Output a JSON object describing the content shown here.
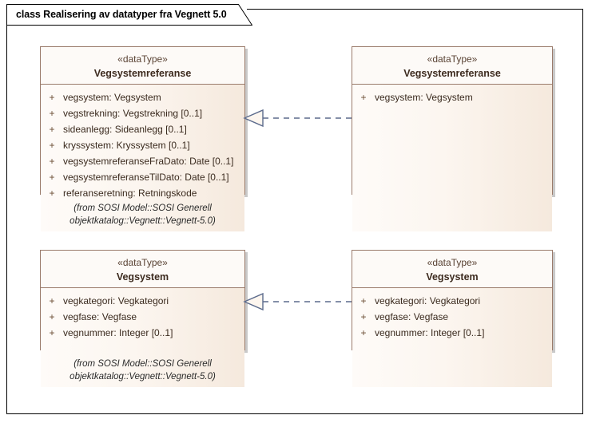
{
  "diagram": {
    "tab_label": "class Realisering av datatyper fra Vegnett 5.0",
    "colors": {
      "box_border": "#9a7b6b",
      "header_bg": "#fdfaf7",
      "attrs_bg": "#f7ece3",
      "shadow": "#c9c9c9",
      "connector": "#5b6a8c",
      "frame_border": "#000000",
      "text": "#3a2a1e"
    }
  },
  "classes": [
    {
      "id": "vegsystemreferanse-left",
      "stereotype": "«dataType»",
      "name": "Vegsystemreferanse",
      "attributes": [
        {
          "visibility": "+",
          "text": "vegsystem: Vegsystem"
        },
        {
          "visibility": "+",
          "text": "vegstrekning: Vegstrekning [0..1]"
        },
        {
          "visibility": "+",
          "text": "sideanlegg: Sideanlegg [0..1]"
        },
        {
          "visibility": "+",
          "text": "kryssystem: Kryssystem [0..1]"
        },
        {
          "visibility": "+",
          "text": "vegsystemreferanseFraDato: Date [0..1]"
        },
        {
          "visibility": "+",
          "text": "vegsystemreferanseTilDato: Date [0..1]"
        },
        {
          "visibility": "+",
          "text": "referanseretning: Retningskode"
        }
      ]
    },
    {
      "id": "vegsystemreferanse-right",
      "stereotype": "«dataType»",
      "name": "Vegsystemreferanse",
      "attributes": [
        {
          "visibility": "+",
          "text": "vegsystem: Vegsystem"
        }
      ]
    },
    {
      "id": "vegsystem-left",
      "stereotype": "«dataType»",
      "name": "Vegsystem",
      "attributes": [
        {
          "visibility": "+",
          "text": "vegkategori: Vegkategori"
        },
        {
          "visibility": "+",
          "text": "vegfase: Vegfase"
        },
        {
          "visibility": "+",
          "text": "vegnummer: Integer [0..1]"
        }
      ]
    },
    {
      "id": "vegsystem-right",
      "stereotype": "«dataType»",
      "name": "Vegsystem",
      "attributes": [
        {
          "visibility": "+",
          "text": "vegkategori: Vegkategori"
        },
        {
          "visibility": "+",
          "text": "vegfase: Vegfase"
        },
        {
          "visibility": "+",
          "text": "vegnummer: Integer [0..1]"
        }
      ]
    }
  ],
  "notes": [
    {
      "id": "note-vegsystemreferanse",
      "text": "(from SOSI Model::SOSI Generell\nobjektkatalog::Vegnett::Vegnett-5.0)"
    },
    {
      "id": "note-vegsystem",
      "text": "(from SOSI Model::SOSI Generell\nobjektkatalog::Vegnett::Vegnett-5.0)"
    }
  ],
  "connectors": [
    {
      "id": "realization-vegsystemreferanse",
      "type": "realization"
    },
    {
      "id": "realization-vegsystem",
      "type": "realization"
    }
  ]
}
